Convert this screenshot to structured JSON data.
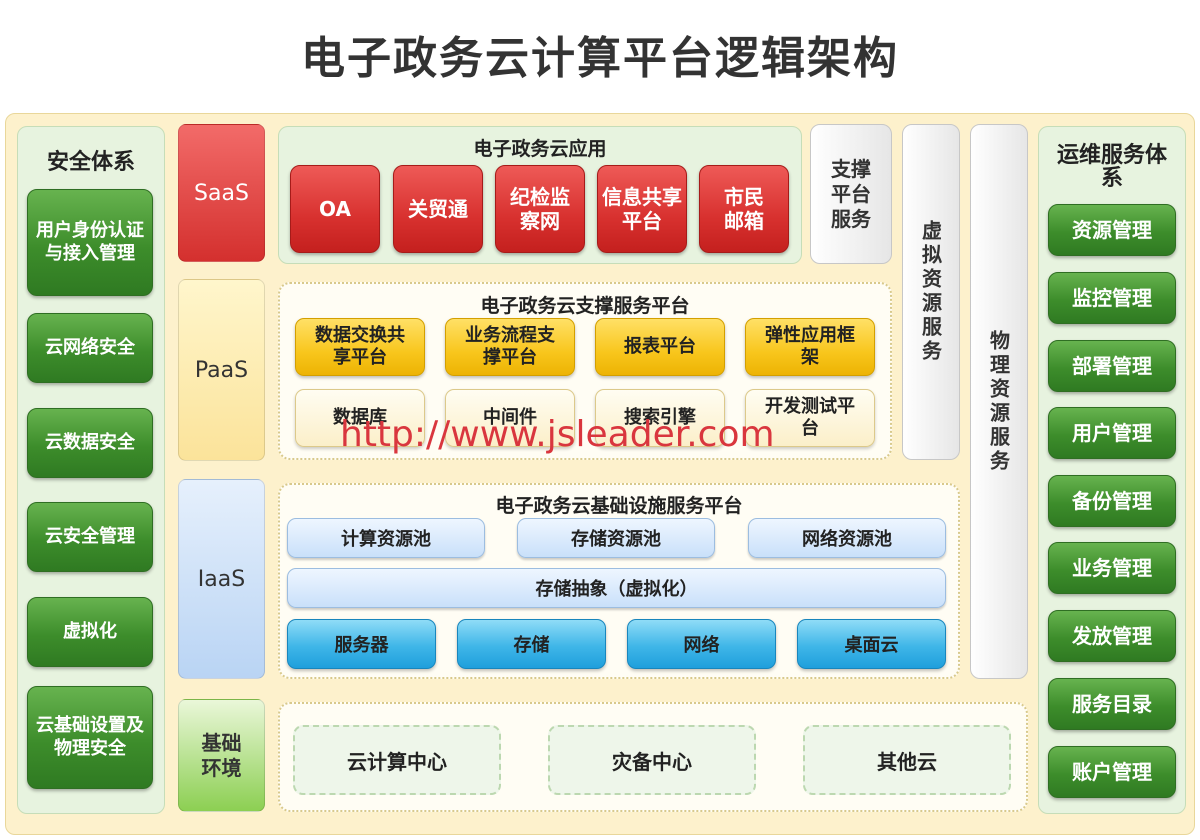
{
  "title": "电子政务云计算平台逻辑架构",
  "security": {
    "header": "安全体系",
    "items": [
      "用户身份认证与接入管理",
      "云网络安全",
      "云数据安全",
      "云安全管理",
      "虚拟化",
      "云基础设置及物理安全"
    ]
  },
  "layers": {
    "saas": "SaaS",
    "paas": "PaaS",
    "iaas": "IaaS",
    "base": "基础环境"
  },
  "apps": {
    "header": "电子政务云应用",
    "items": [
      "OA",
      "关贸通",
      "纪检监察网",
      "信息共享平台",
      "市民邮箱"
    ]
  },
  "support": {
    "header": "电子政务云支撑服务平台",
    "row1": [
      "数据交换共享平台",
      "业务流程支撑平台",
      "报表平台",
      "弹性应用框架"
    ],
    "row2": [
      "数据库",
      "中间件",
      "搜索引擎",
      "开发测试平台"
    ]
  },
  "infra": {
    "header": "电子政务云基础设施服务平台",
    "pools": [
      "计算资源池",
      "存储资源池",
      "网络资源池"
    ],
    "abstraction": "存储抽象（虚拟化）",
    "hardware": [
      "服务器",
      "存储",
      "网络",
      "桌面云"
    ]
  },
  "base_env": {
    "items": [
      "云计算中心",
      "灾备中心",
      "其他云"
    ]
  },
  "columns": {
    "support_service": "支撑平台服务",
    "virtual_resource": "虚拟资源服务",
    "physical_resource": "物理资源服务"
  },
  "ops": {
    "header": "运维服务体系",
    "items": [
      "资源管理",
      "监控管理",
      "部署管理",
      "用户管理",
      "备份管理",
      "业务管理",
      "发放管理",
      "服务目录",
      "账户管理"
    ]
  },
  "watermark": "http://www.jsleader.com"
}
